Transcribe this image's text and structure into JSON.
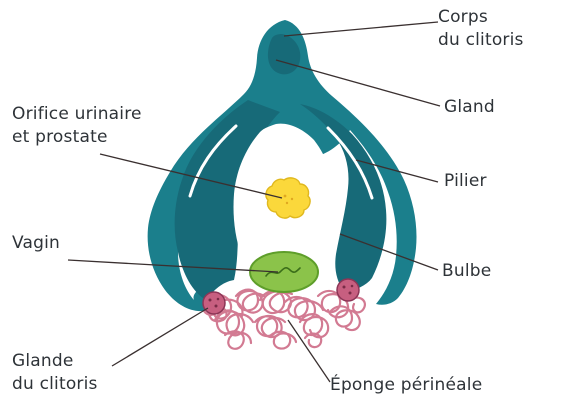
{
  "labels": {
    "corps": [
      "Corps",
      "du clitoris"
    ],
    "gland": "Gland",
    "pilier": "Pilier",
    "bulbe": "Bulbe",
    "orifice": [
      "Orifice urinaire",
      "et prostate"
    ],
    "vagin": "Vagin",
    "glande": [
      "Glande",
      "du clitoris"
    ],
    "eponge": "Éponge périnéale"
  },
  "colors": {
    "teal": "#1b7f8c",
    "teal_dark": "#176a78",
    "pink": "#d27a92",
    "orifice_yellow": "#fbd83b",
    "vagin_green": "#8bc34a",
    "leader": "#3a3030"
  }
}
